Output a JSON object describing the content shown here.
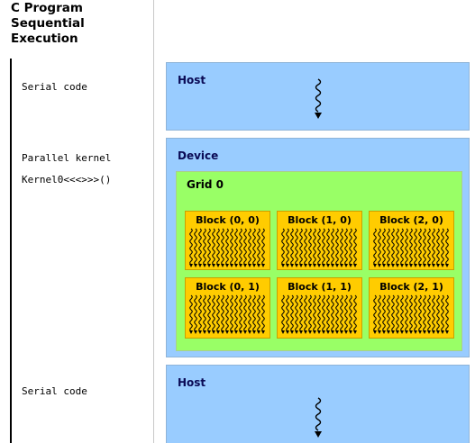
{
  "title": "C Program Sequential Execution",
  "title_lines": [
    "C Program",
    "Sequential",
    "Execution"
  ],
  "code": {
    "serial_1": "Serial code",
    "parallel_1": "Parallel kernel",
    "parallel_2": "Kernel0<<<>>>()",
    "serial_2": "Serial code"
  },
  "host_1": {
    "label": "Host"
  },
  "device": {
    "label": "Device"
  },
  "grid": {
    "label": "Grid 0",
    "blocks": [
      {
        "label": "Block (0, 0)"
      },
      {
        "label": "Block (1, 0)"
      },
      {
        "label": "Block (2, 0)"
      },
      {
        "label": "Block (0, 1)"
      },
      {
        "label": "Block (1, 1)"
      },
      {
        "label": "Block (2, 1)"
      }
    ]
  },
  "host_2": {
    "label": "Host"
  },
  "colors": {
    "host": "#99ccff",
    "grid": "#99ff66",
    "block": "#ffcc00",
    "thread": "#000000"
  },
  "icons": {
    "thread": "squiggle-arrow-icon"
  }
}
